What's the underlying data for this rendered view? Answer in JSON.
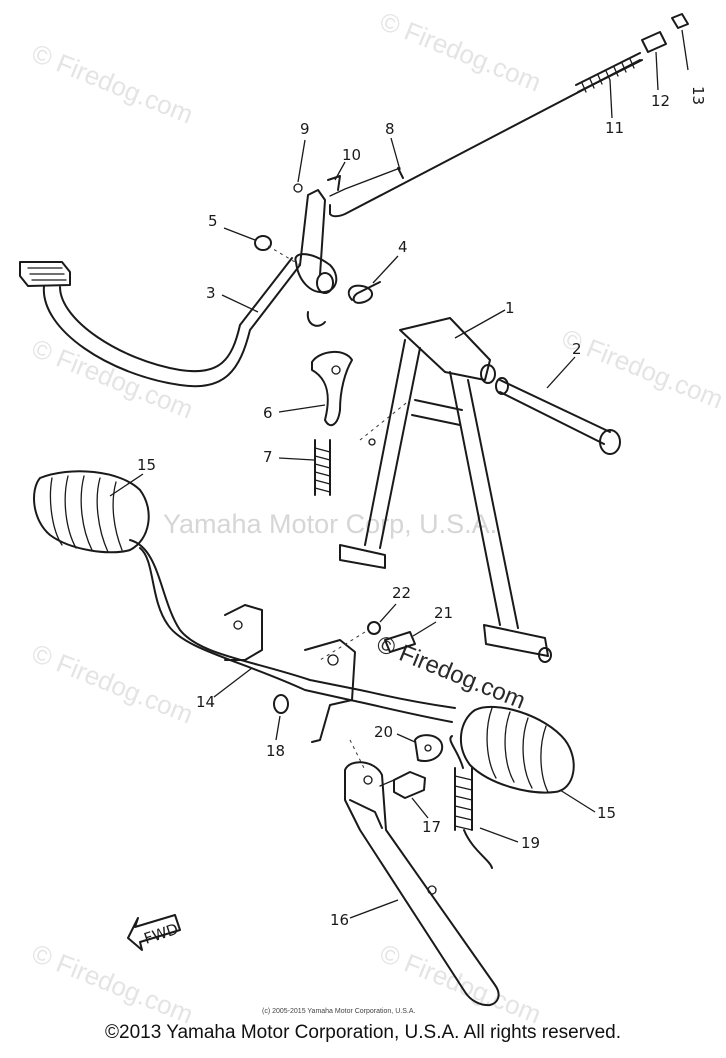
{
  "watermarks": {
    "firedog": "© Firedog.com",
    "center": "Yamaha Motor Corp, U.S.A.",
    "small_copyright": "(c) 2005-2015 Yamaha Motor Corporation, U.S.A."
  },
  "callouts": [
    "1",
    "2",
    "3",
    "4",
    "5",
    "6",
    "7",
    "8",
    "9",
    "10",
    "11",
    "12",
    "13",
    "14",
    "15",
    "15",
    "16",
    "17",
    "18",
    "19",
    "20",
    "21",
    "22"
  ],
  "direction_label": "FWD",
  "footer": "©2013 Yamaha Motor Corporation, U.S.A. All rights reserved."
}
